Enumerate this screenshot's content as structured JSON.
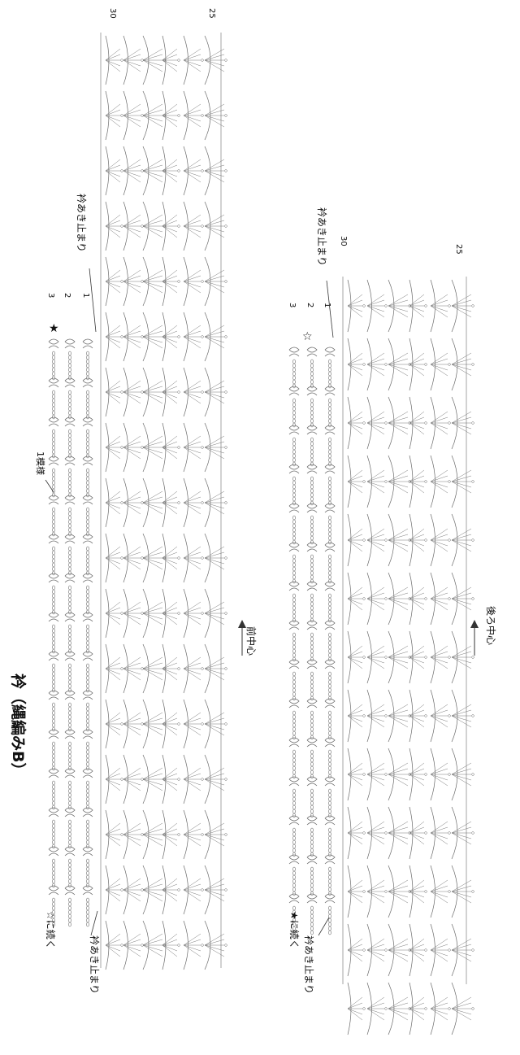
{
  "title": "衿（縄編みB）",
  "panels": [
    {
      "id": "top",
      "row_labels": [
        "3",
        "2",
        "1"
      ],
      "row_end_label": "30",
      "row_start_label": "25",
      "opening_stop_left": "衿あき止まり",
      "opening_stop_right": "衿あき止まり",
      "continue_label": "☆に続く",
      "star_symbol": "★",
      "repeat_label": "1模様",
      "center_label": "前中心"
    },
    {
      "id": "bottom",
      "row_labels": [
        "3",
        "2",
        "1"
      ],
      "row_end_label": "30",
      "row_start_label": "25",
      "opening_stop_left": "衿あき止まり",
      "opening_stop_right": "衿あき止まり",
      "continue_label": "★に続く",
      "star_symbol": "☆",
      "center_label": "後ろ中心"
    }
  ],
  "colors": {
    "line": "#6a6a6a",
    "text": "#111111"
  }
}
